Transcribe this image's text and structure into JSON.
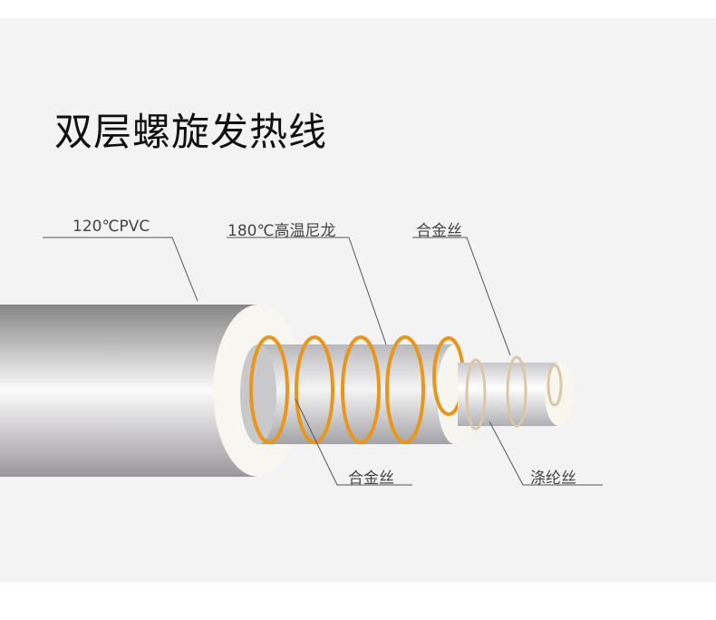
{
  "title": "双层螺旋发热线",
  "labels": {
    "pvc": "120℃PVC",
    "nylon": "180℃高温尼龙",
    "alloy_top": "合金丝",
    "alloy_bottom": "合金丝",
    "polyester": "涤纶丝"
  },
  "colors": {
    "background": "#f3f3f3",
    "coil": "#e8961e",
    "leader": "#555555"
  }
}
